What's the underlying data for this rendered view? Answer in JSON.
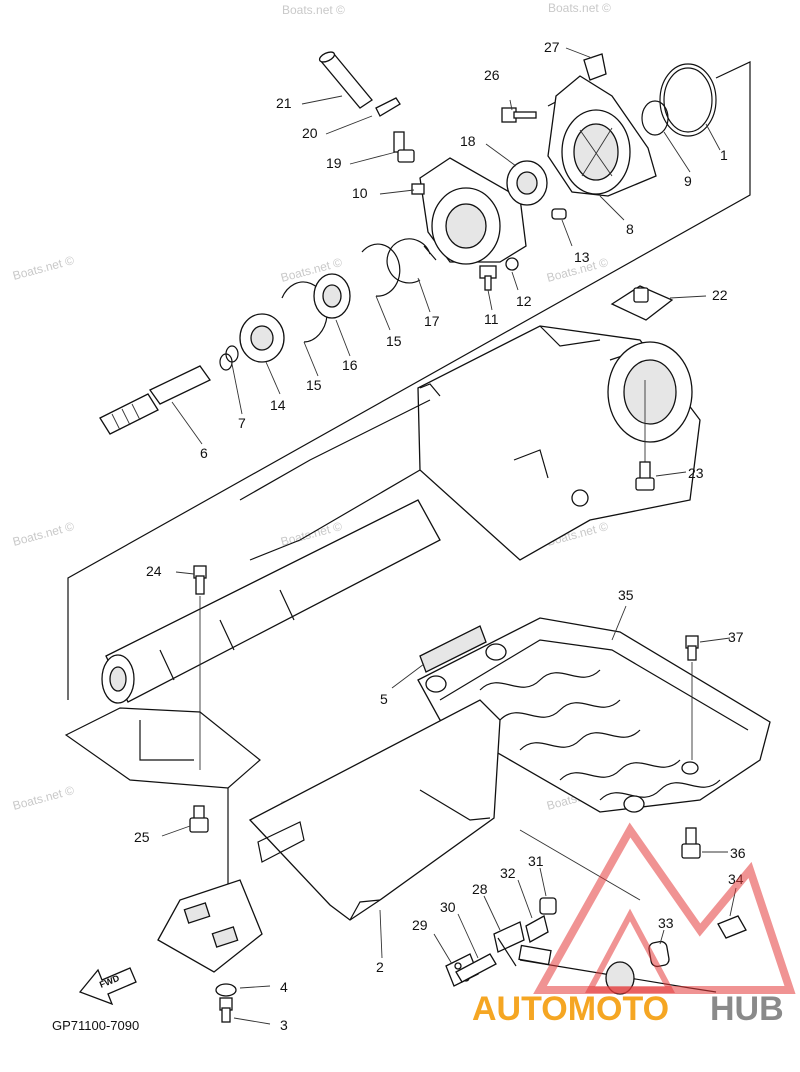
{
  "diagram": {
    "code": "GP71100-7090",
    "direction_label": "FWD",
    "watermark": "Boats.net ©",
    "logo_text_a": "AUTOMOTO",
    "logo_text_b": "HUB",
    "callouts": [
      "1",
      "2",
      "3",
      "4",
      "5",
      "6",
      "7",
      "8",
      "9",
      "10",
      "11",
      "12",
      "13",
      "14",
      "15",
      "15",
      "16",
      "17",
      "18",
      "19",
      "20",
      "21",
      "22",
      "23",
      "24",
      "25",
      "26",
      "27",
      "28",
      "29",
      "30",
      "31",
      "32",
      "33",
      "34",
      "35",
      "36",
      "37"
    ]
  },
  "colors": {
    "line": "#111111",
    "watermark": "#c9c9c9",
    "logo_orange": "#f5a623",
    "logo_red": "#e33a3a",
    "logo_gray": "#8a8a8a"
  }
}
